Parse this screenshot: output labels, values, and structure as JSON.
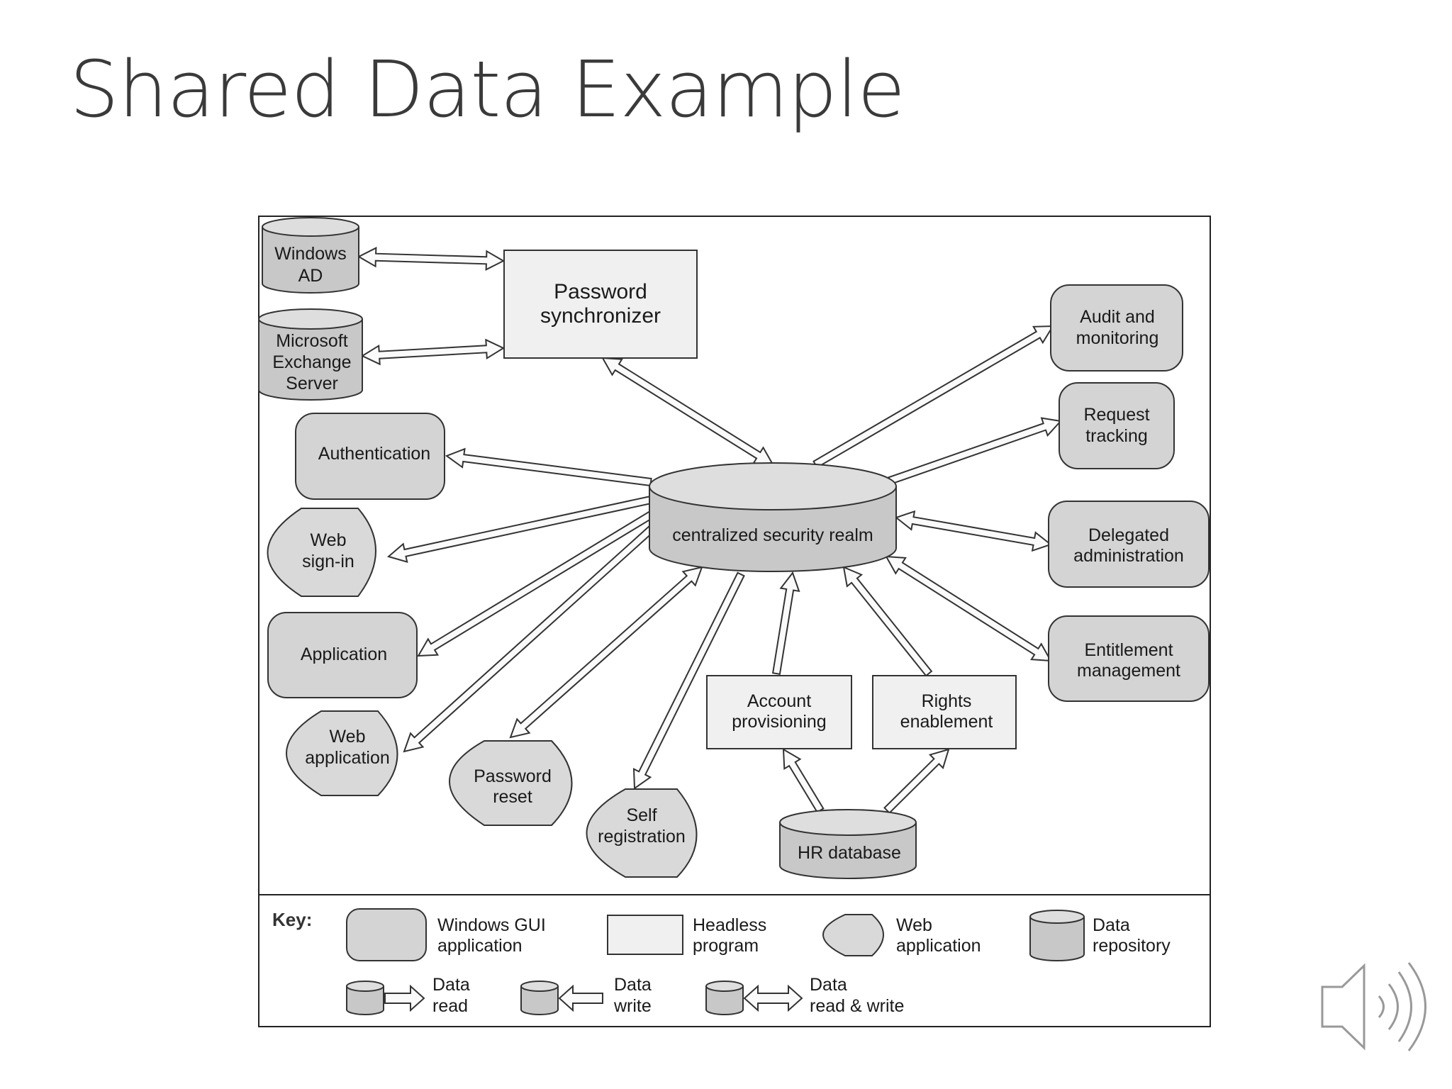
{
  "slide": {
    "title": "Shared Data Example"
  },
  "nodes": {
    "windows_ad": [
      "Windows",
      "AD"
    ],
    "exchange": [
      "Microsoft",
      "Exchange",
      "Server"
    ],
    "password_sync": [
      "Password",
      "synchronizer"
    ],
    "authentication": [
      "Authentication"
    ],
    "web_signin": [
      "Web",
      "sign-in"
    ],
    "application": [
      "Application"
    ],
    "web_application": [
      "Web",
      "application"
    ],
    "password_reset": [
      "Password",
      "reset"
    ],
    "self_registration": [
      "Self",
      "registration"
    ],
    "realm": [
      "centralized security realm"
    ],
    "account_provisioning": [
      "Account",
      "provisioning"
    ],
    "rights_enablement": [
      "Rights",
      "enablement"
    ],
    "hr_database": [
      "HR database"
    ],
    "audit": [
      "Audit and",
      "monitoring"
    ],
    "request_tracking": [
      "Request",
      "tracking"
    ],
    "delegated_admin": [
      "Delegated",
      "administration"
    ],
    "entitlement": [
      "Entitlement",
      "management"
    ]
  },
  "key": {
    "title": "Key:",
    "windows_gui": [
      "Windows GUI",
      "application"
    ],
    "headless": [
      "Headless",
      "program"
    ],
    "web_app": [
      "Web",
      "application"
    ],
    "data_repo": [
      "Data",
      "repository"
    ],
    "data_read": [
      "Data",
      "read"
    ],
    "data_write": [
      "Data",
      "write"
    ],
    "data_rw": [
      "Data",
      "read & write"
    ]
  },
  "icons": {
    "speaker": "speaker-icon"
  }
}
